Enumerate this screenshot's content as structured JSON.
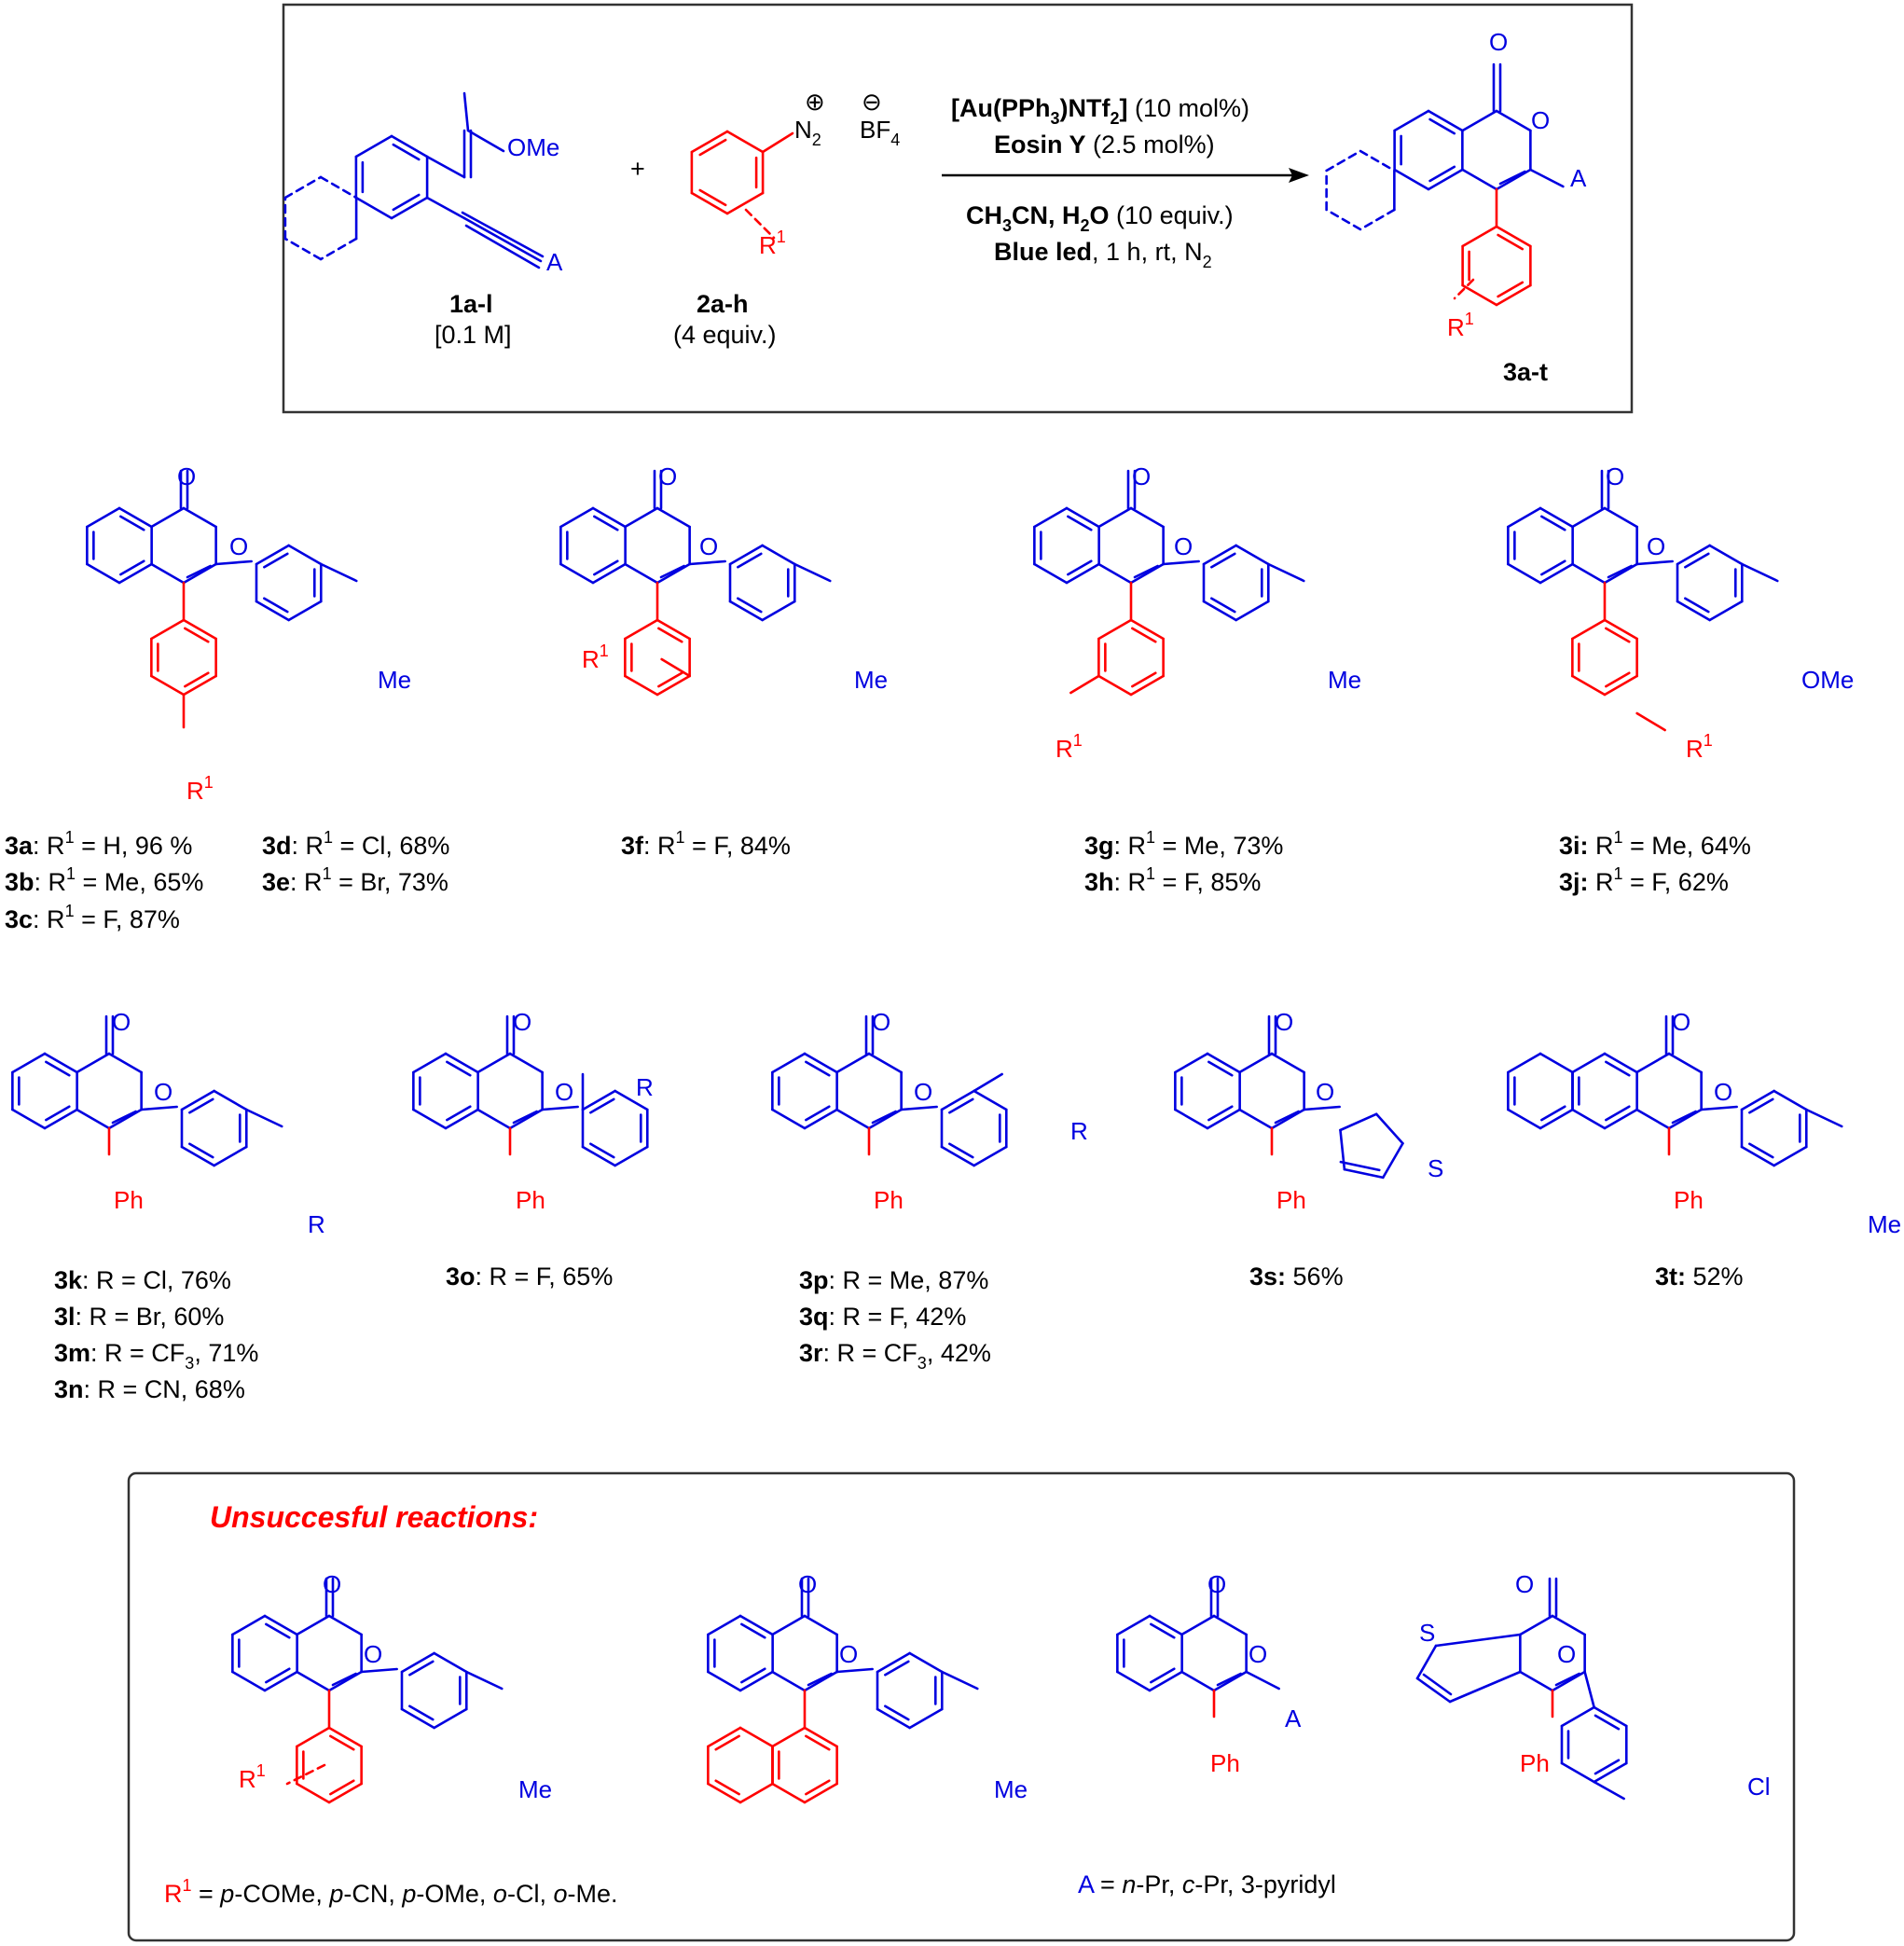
{
  "colors": {
    "core": "#0000e0",
    "aryl": "#ff0000",
    "text": "#000000",
    "frame": "#333333"
  },
  "reaction": {
    "sm1_label": "1a-l",
    "sm1_conc": "[0.1 M]",
    "sm1_ester": "OMe",
    "sm1_A": "A",
    "plus": "+",
    "sm2_label": "2a-h",
    "sm2_equiv": "(4 equiv.)",
    "sm2_N": "N",
    "sm2_N_sub": "2",
    "sm2_plus": "⊕",
    "sm2_minus": "⊖",
    "sm2_BF": "BF",
    "sm2_BF_sub": "4",
    "R": "R",
    "R_sup": "1",
    "cond1_bold": "[Au(PPh",
    "cond1_sub": "3",
    "cond1_bold2": ")NTf",
    "cond1_sub2": "2",
    "cond1_bold3": "]",
    "cond1_rest": " (10 mol%)",
    "cond2_bold": "Eosin Y",
    "cond2_rest": " (2.5 mol%)",
    "cond3_bold": "CH",
    "cond3_sub": "3",
    "cond3_bold2": "CN, H",
    "cond3_sub2": "2",
    "cond3_bold3": "O",
    "cond3_rest": " (10 equiv.)",
    "cond4_bold": "Blue led",
    "cond4_rest": ", 1 h, rt, N",
    "cond4_sub": "2",
    "product_label": "3a-t",
    "O": "O"
  },
  "row1": {
    "a_lbl": "3a",
    "a_txt": ": R",
    "a_sup": "1",
    "a_val": " = H, 96 %",
    "b_lbl": "3b",
    "b_txt": ": R",
    "b_sup": "1",
    "b_val": " = Me, 65%",
    "c_lbl": "3c",
    "c_txt": ": R",
    "c_sup": "1",
    "c_val": " = F, 87%",
    "d_lbl": "3d",
    "d_txt": ": R",
    "d_sup": "1",
    "d_val": " = Cl, 68%",
    "e_lbl": "3e",
    "e_txt": ": R",
    "e_sup": "1",
    "e_val": " = Br, 73%",
    "f_lbl": "3f",
    "f_txt": ": R",
    "f_sup": "1",
    "f_val": " = F, 84%",
    "g_lbl": "3g",
    "g_txt": ": R",
    "g_sup": "1",
    "g_val": " = Me, 73%",
    "h_lbl": "3h",
    "h_txt": ": R",
    "h_sup": "1",
    "h_val": " = F, 85%",
    "i_lbl": "3i:",
    "i_txt": " R",
    "i_sup": "1",
    "i_val": " = Me, 64%",
    "j_lbl": "3j:",
    "j_txt": " R",
    "j_sup": "1",
    "j_val": " = F, 62%",
    "Me": "Me",
    "OMe": "OMe"
  },
  "row2": {
    "Ph": "Ph",
    "R": "R",
    "S": "S",
    "Me": "Me",
    "k_lbl": "3k",
    "k_val": ": R = Cl, 76%",
    "l_lbl": "3l",
    "l_val": ": R = Br, 60%",
    "m_lbl": "3m",
    "m_val": ": R = CF",
    "m_sub": "3",
    "m_val2": ", 71%",
    "n_lbl": "3n",
    "n_val": ": R = CN, 68%",
    "o_lbl": "3o",
    "o_val": ": R = F, 65%",
    "p_lbl": "3p",
    "p_val": ": R = Me, 87%",
    "q_lbl": "3q",
    "q_val": ": R = F, 42%",
    "r_lbl": "3r",
    "r_val": ": R = CF",
    "r_sub": "3",
    "r_val2": ", 42%",
    "s_lbl": "3s:",
    "s_val": " 56%",
    "t_lbl": "3t:",
    "t_val": " 52%"
  },
  "unsuccessful": {
    "title": "Unsuccesful reactions:",
    "R": "R",
    "R_sup": "1",
    "Me": "Me",
    "Ph": "Ph",
    "A": "A",
    "S": "S",
    "Cl": "Cl",
    "note1_R": "R",
    "note1_sup": "1",
    "note1_t1": " = ",
    "note1_p": "p",
    "note1_t2": "-COMe, ",
    "note1_p2": "p",
    "note1_t3": "-CN, ",
    "note1_p3": "p",
    "note1_t4": "-OMe, ",
    "note1_o": "o",
    "note1_t5": "-Cl, ",
    "note1_o2": "o",
    "note1_t6": "-Me.",
    "note2_A": "A",
    "note2_t1": " = ",
    "note2_n": "n",
    "note2_t2": "-Pr, ",
    "note2_c": "c",
    "note2_t3": "-Pr, 3-pyridyl"
  }
}
